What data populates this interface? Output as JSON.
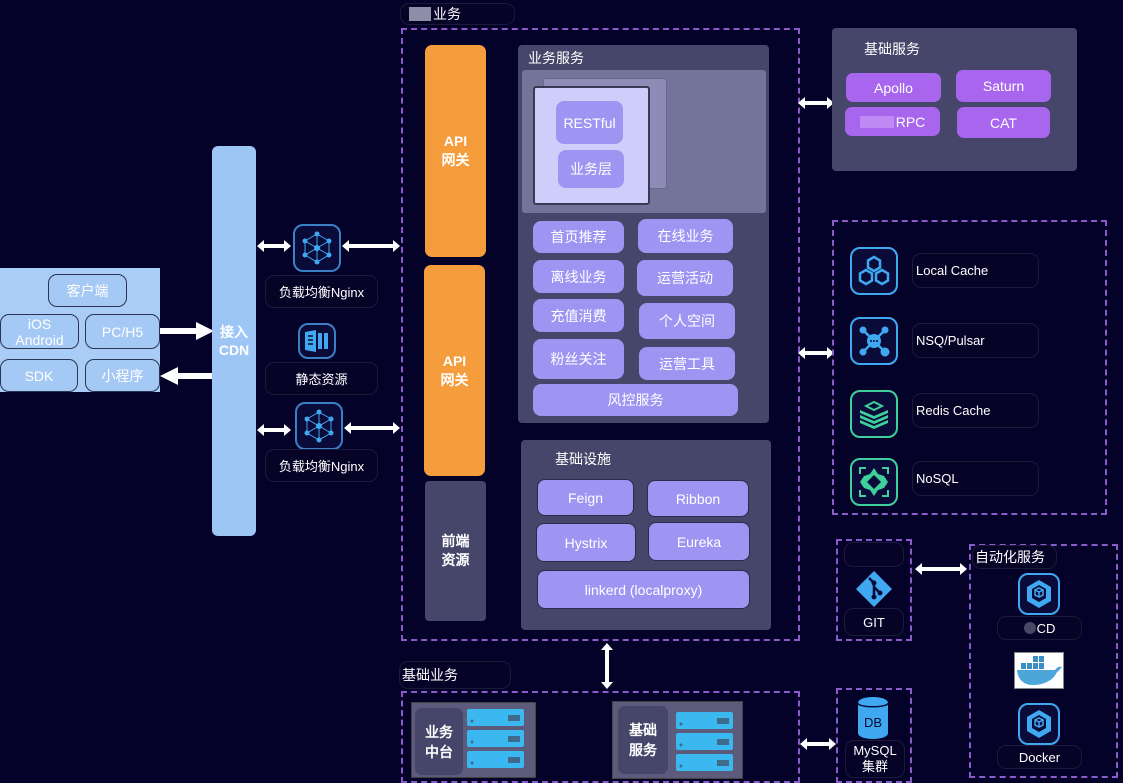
{
  "colors": {
    "background": "#05022a",
    "client_blue": "#a9cdf6",
    "gateway_orange": "#f59c3d",
    "service_lavender": "#9e95f3",
    "base_purple": "#a866ef",
    "dashed_border": "#8a5bc9",
    "icon_blue": "#3fa8f0",
    "icon_green": "#3ecf9a"
  },
  "client": {
    "title": "客户端",
    "ios_line1": "iOS",
    "ios_line2": "Android",
    "pc": "PC/H5",
    "sdk": "SDK",
    "miniprogram": "小程序"
  },
  "cdn": {
    "line1": "接入",
    "line2": "CDN"
  },
  "edge": {
    "nginx_top": "负载均衡Nginx",
    "static": "静态资源",
    "nginx_bottom": "负载均衡Nginx"
  },
  "business": {
    "title": "业务",
    "gateway1_line1": "API",
    "gateway1_line2": "网关",
    "gateway2_line1": "API",
    "gateway2_line2": "网关",
    "frontend_line1": "前端",
    "frontend_line2": "资源",
    "services": {
      "title": "业务服务",
      "restful": "RESTful",
      "layer": "业务层",
      "items": [
        "首页推荐",
        "在线业务",
        "离线业务",
        "运营活动",
        "充值消费",
        "个人空间",
        "粉丝关注",
        "运营工具"
      ],
      "risk": "风控服务"
    },
    "infra": {
      "title": "基础设施",
      "feign": "Feign",
      "ribbon": "Ribbon",
      "hystrix": "Hystrix",
      "eureka": "Eureka",
      "linkerd": "linkerd (localproxy)"
    }
  },
  "base_services": {
    "title": "基础服务",
    "apollo": "Apollo",
    "saturn": "Saturn",
    "rpc": "RPC",
    "cat": "CAT"
  },
  "storage": {
    "items": [
      {
        "icon": "hexagons-icon",
        "label": "Local Cache"
      },
      {
        "icon": "message-hub-icon",
        "label": "NSQ/Pulsar"
      },
      {
        "icon": "stack-layers-icon",
        "label": "Redis Cache"
      },
      {
        "icon": "nosql-diamond-icon",
        "label": "NoSQL"
      }
    ]
  },
  "git": {
    "label": "GIT"
  },
  "automation": {
    "title": "自动化服务",
    "cd": "CD",
    "docker": "Docker"
  },
  "mysql": {
    "line1": "MySQL",
    "line2": "集群",
    "db_glyph": "DB"
  },
  "basic_business": {
    "title": "基础业务",
    "platform_line1": "业务",
    "platform_line2": "中台",
    "base_line1": "基础",
    "base_line2": "服务"
  }
}
